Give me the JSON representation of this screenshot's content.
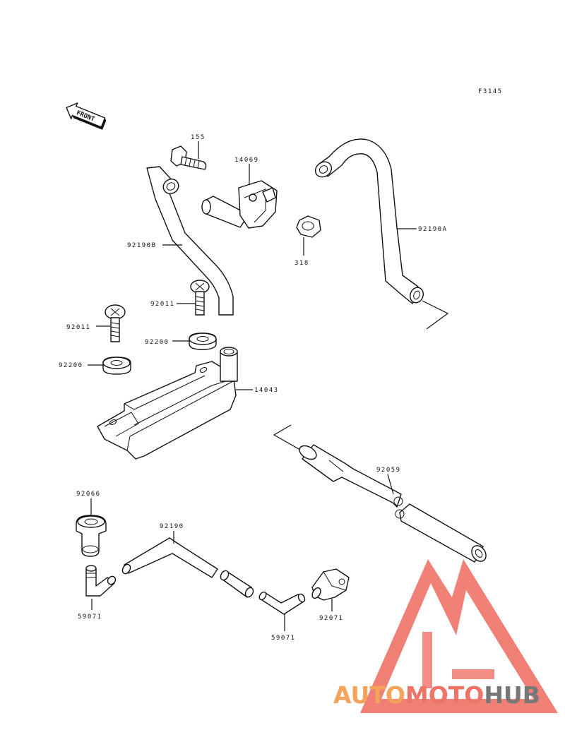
{
  "figure_code": "F3145",
  "front_indicator": "FRONT",
  "parts": [
    {
      "key": "p155",
      "number": "155"
    },
    {
      "key": "p14069",
      "number": "14069"
    },
    {
      "key": "p92190B",
      "number": "92190B"
    },
    {
      "key": "p92190A",
      "number": "92190A"
    },
    {
      "key": "p318",
      "number": "318"
    },
    {
      "key": "p92011a",
      "number": "92011"
    },
    {
      "key": "p92011b",
      "number": "92011"
    },
    {
      "key": "p92200a",
      "number": "92200"
    },
    {
      "key": "p92200b",
      "number": "92200"
    },
    {
      "key": "p14043",
      "number": "14043"
    },
    {
      "key": "p92059",
      "number": "92059"
    },
    {
      "key": "p92066",
      "number": "92066"
    },
    {
      "key": "p92190",
      "number": "92190"
    },
    {
      "key": "p59071a",
      "number": "59071"
    },
    {
      "key": "p59071b",
      "number": "59071"
    },
    {
      "key": "p92071",
      "number": "92071"
    }
  ],
  "watermark": {
    "part1": "AUTO",
    "part2": "MOTO",
    "part3": "HUB",
    "colors": {
      "orange": "#f5a25a",
      "salmon": "#ee7468",
      "gray": "#777777",
      "triangle": "#ee6a5e"
    }
  }
}
